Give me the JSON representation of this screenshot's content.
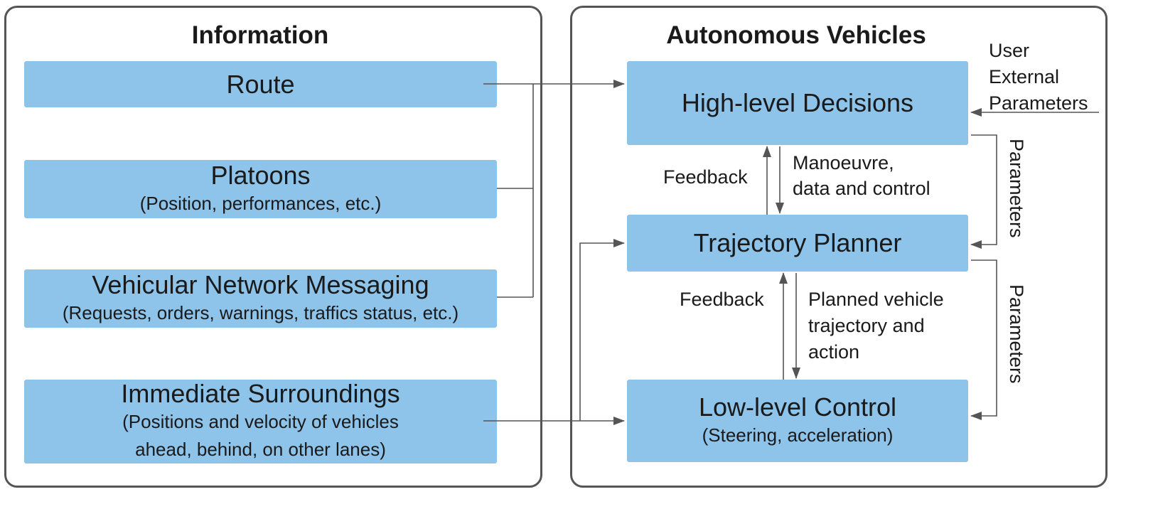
{
  "info_panel": {
    "title": "Information",
    "boxes": [
      {
        "title": "Route",
        "subtitle": ""
      },
      {
        "title": "Platoons",
        "subtitle": "(Position, performances, etc.)"
      },
      {
        "title": "Vehicular Network Messaging",
        "subtitle": "(Requests, orders, warnings, traffics status, etc.)"
      },
      {
        "title": "Immediate Surroundings",
        "subtitle_lines": [
          "(Positions and velocity of vehicles",
          "ahead, behind, on other lanes)"
        ]
      }
    ]
  },
  "av_panel": {
    "title": "Autonomous Vehicles",
    "boxes": [
      {
        "title": "High-level Decisions"
      },
      {
        "title": "Trajectory Planner"
      },
      {
        "title": "Low-level Control",
        "subtitle": "(Steering, acceleration)"
      }
    ]
  },
  "labels": {
    "user_params": [
      "User",
      "External",
      "Parameters"
    ],
    "feedback_1": "Feedback",
    "manoeuvre": [
      "Manoeuvre,",
      "data and control"
    ],
    "feedback_2": "Feedback",
    "planned": [
      "Planned vehicle",
      "trajectory and",
      "action"
    ],
    "parameters_1": "Parameters",
    "parameters_2": "Parameters"
  },
  "colors": {
    "box_fill": "#8ec3ea",
    "panel_border": "#555555",
    "arrow": "#555555"
  }
}
